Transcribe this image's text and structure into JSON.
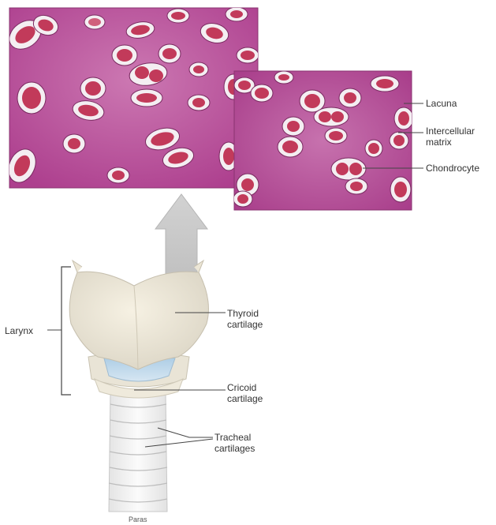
{
  "labels": {
    "lacuna": "Lacuna",
    "intercellular_line1": "Intercellular",
    "intercellular_line2": "matrix",
    "chondrocyte": "Chondrocyte",
    "larynx": "Larynx",
    "thyroid_line1": "Thyroid",
    "thyroid_line2": "cartilage",
    "cricoid_line1": "Cricoid",
    "cricoid_line2": "cartilage",
    "tracheal_line1": "Tracheal",
    "tracheal_line2": "cartilages",
    "credit": "Paras"
  },
  "colors": {
    "matrix_pink": "#b84a98",
    "matrix_light": "#c86aaa",
    "lacuna_white": "#f4eef2",
    "cell_red": "#c23a5a",
    "nucleus": "#9a1e3e",
    "arrow_gray": "#c8c8c8",
    "cartilage_cream": "#f0ead8",
    "cricoid_blue": "#b8d4e8",
    "label_line": "#444444"
  },
  "icons": {
    "arrow": "up-arrow-icon"
  }
}
